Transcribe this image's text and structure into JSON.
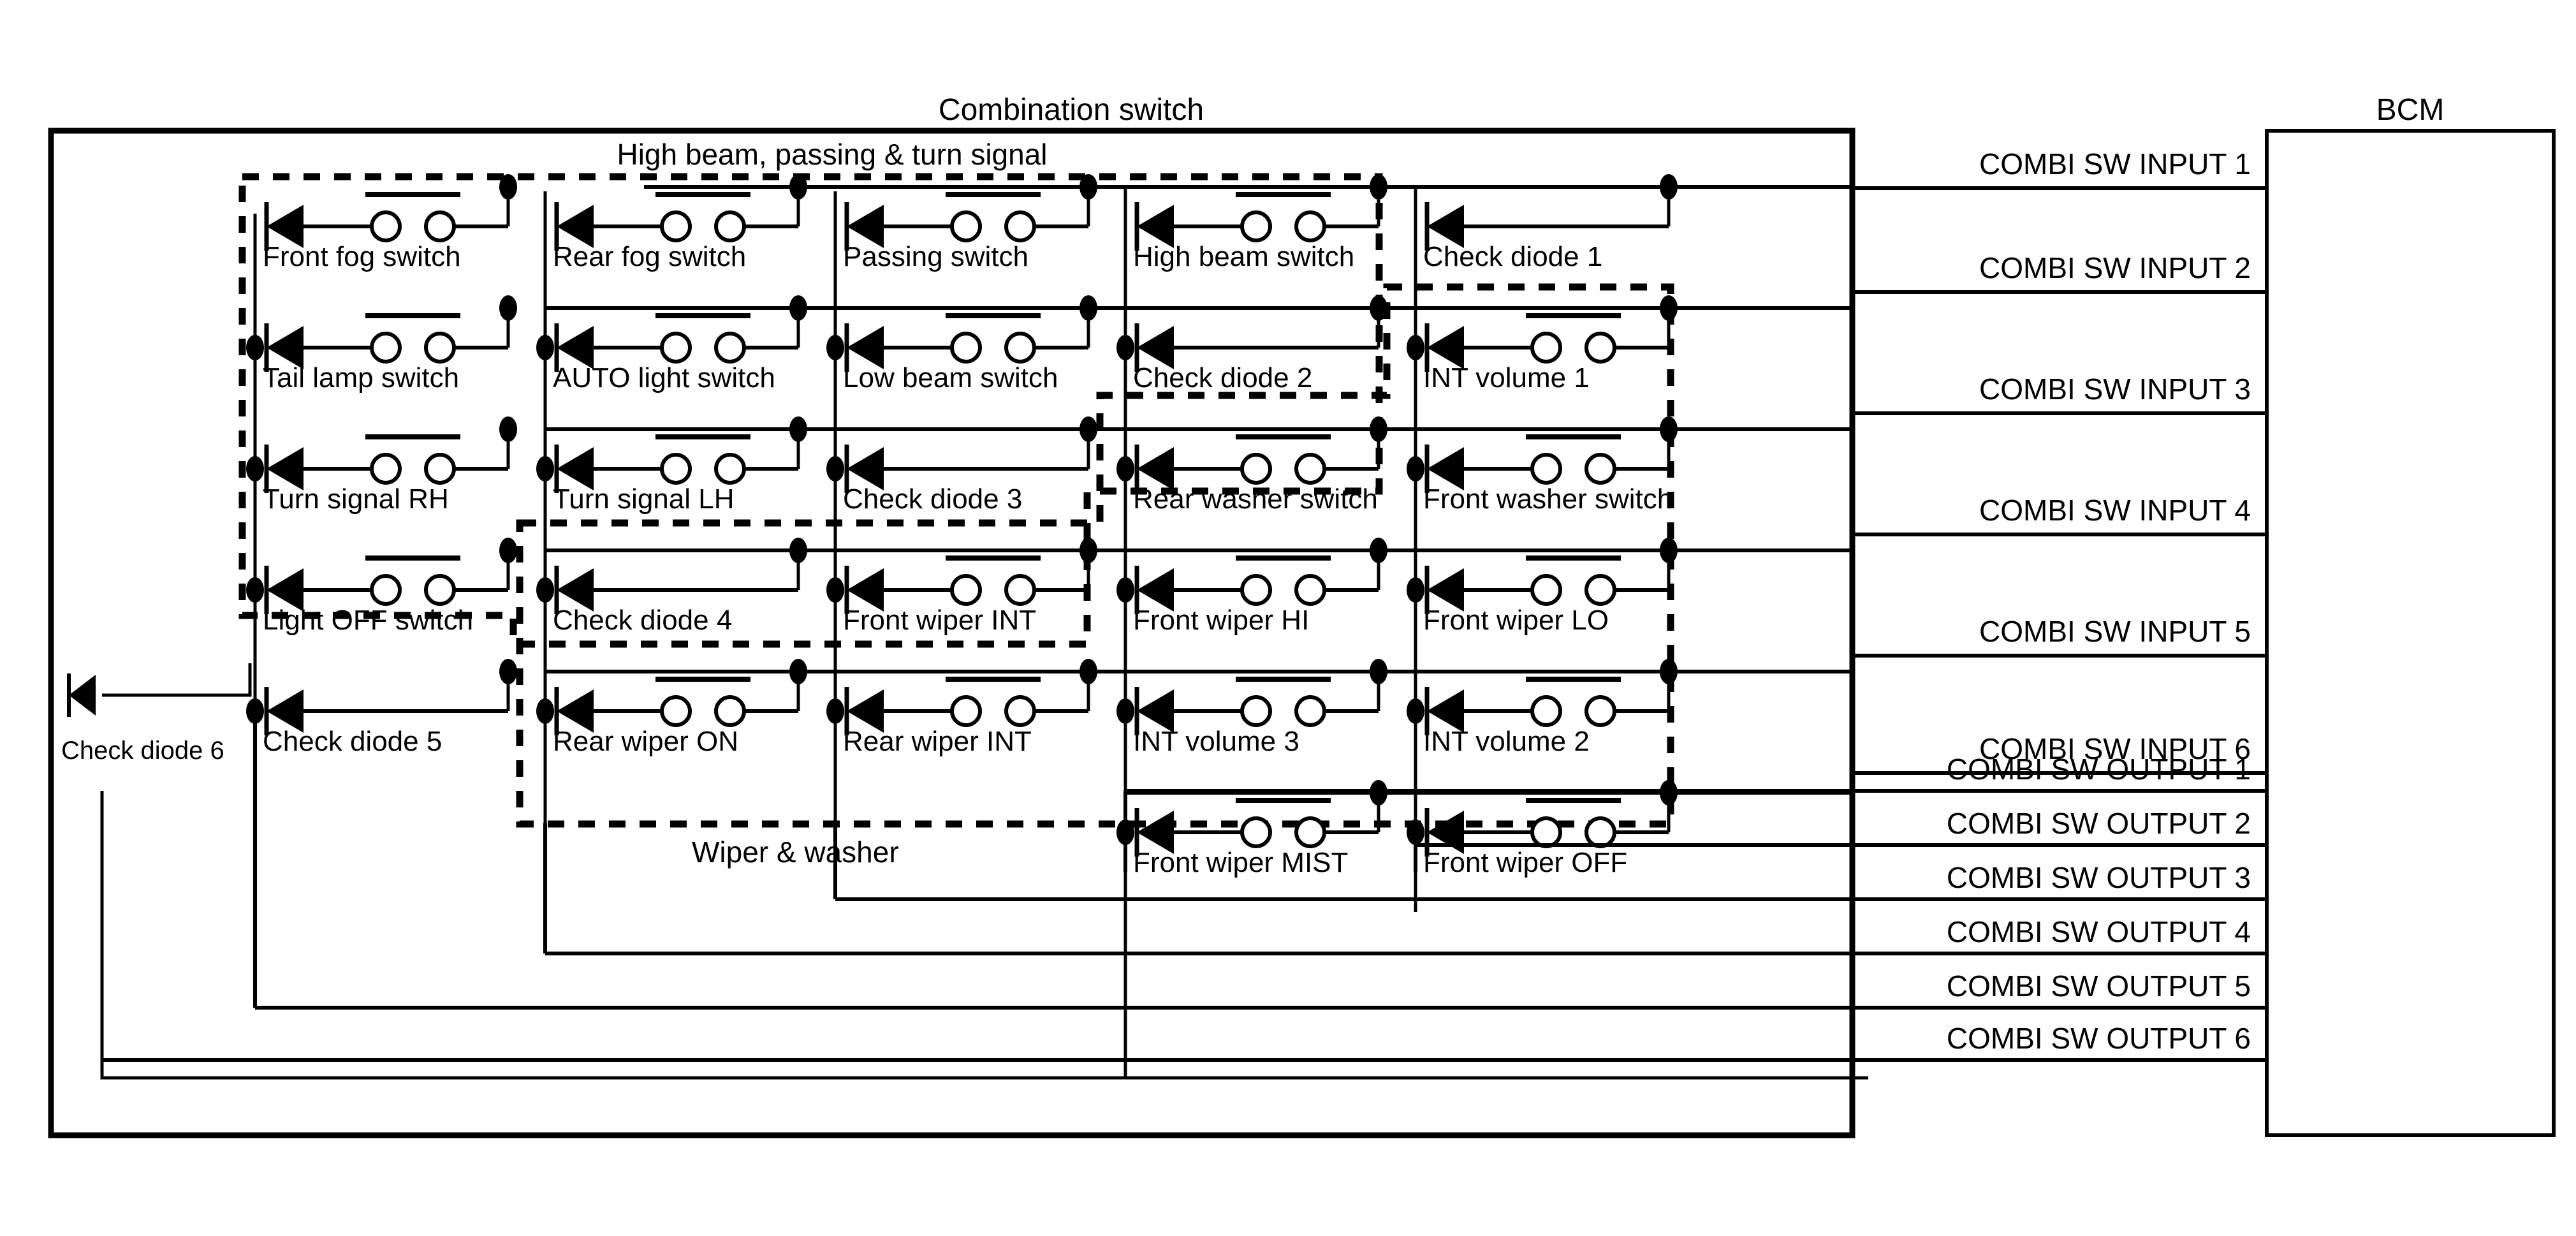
{
  "diagram": {
    "title": "Combination switch",
    "bcm_title": "BCM",
    "group_labels": {
      "high_beam": "High beam, passing & turn signal",
      "wiper_washer": "Wiper & washer"
    },
    "standalone": {
      "check_diode_6": "Check diode 6"
    },
    "grid": {
      "columns": 5,
      "rows": 6,
      "cells": [
        {
          "r": 0,
          "c": 0,
          "label": "Front fog switch",
          "type": "switch"
        },
        {
          "r": 0,
          "c": 1,
          "label": "Rear fog switch",
          "type": "switch"
        },
        {
          "r": 0,
          "c": 2,
          "label": "Passing switch",
          "type": "switch"
        },
        {
          "r": 0,
          "c": 3,
          "label": "High beam switch",
          "type": "switch"
        },
        {
          "r": 0,
          "c": 4,
          "label": "Check diode 1",
          "type": "diode"
        },
        {
          "r": 1,
          "c": 0,
          "label": "Tail lamp switch",
          "type": "switch"
        },
        {
          "r": 1,
          "c": 1,
          "label": "AUTO light switch",
          "type": "switch"
        },
        {
          "r": 1,
          "c": 2,
          "label": "Low beam switch",
          "type": "switch"
        },
        {
          "r": 1,
          "c": 3,
          "label": "Check diode 2",
          "type": "diode"
        },
        {
          "r": 1,
          "c": 4,
          "label": "INT volume 1",
          "type": "switch"
        },
        {
          "r": 2,
          "c": 0,
          "label": "Turn signal RH",
          "type": "switch"
        },
        {
          "r": 2,
          "c": 1,
          "label": "Turn signal LH",
          "type": "switch"
        },
        {
          "r": 2,
          "c": 2,
          "label": "Check diode 3",
          "type": "diode"
        },
        {
          "r": 2,
          "c": 3,
          "label": "Rear washer switch",
          "type": "switch"
        },
        {
          "r": 2,
          "c": 4,
          "label": "Front washer switch",
          "type": "switch"
        },
        {
          "r": 3,
          "c": 0,
          "label": "Light OFF switch",
          "type": "switch"
        },
        {
          "r": 3,
          "c": 1,
          "label": "Check diode 4",
          "type": "diode"
        },
        {
          "r": 3,
          "c": 2,
          "label": "Front wiper INT",
          "type": "switch"
        },
        {
          "r": 3,
          "c": 3,
          "label": "Front wiper HI",
          "type": "switch"
        },
        {
          "r": 3,
          "c": 4,
          "label": "Front wiper LO",
          "type": "switch"
        },
        {
          "r": 4,
          "c": 0,
          "label": "Check diode 5",
          "type": "diode"
        },
        {
          "r": 4,
          "c": 1,
          "label": "Rear wiper ON",
          "type": "switch"
        },
        {
          "r": 4,
          "c": 2,
          "label": "Rear wiper INT",
          "type": "switch"
        },
        {
          "r": 4,
          "c": 3,
          "label": "INT volume 3",
          "type": "switch"
        },
        {
          "r": 4,
          "c": 4,
          "label": "INT volume 2",
          "type": "switch"
        },
        {
          "r": 5,
          "c": 3,
          "label": "Front wiper MIST",
          "type": "switch"
        },
        {
          "r": 5,
          "c": 4,
          "label": "Front wiper OFF",
          "type": "switch"
        }
      ]
    },
    "inputs": [
      "COMBI SW INPUT 1",
      "COMBI SW INPUT 2",
      "COMBI SW INPUT 3",
      "COMBI SW INPUT 4",
      "COMBI SW INPUT 5",
      "COMBI SW INPUT 6"
    ],
    "outputs": [
      "COMBI SW OUTPUT 1",
      "COMBI SW OUTPUT 2",
      "COMBI SW OUTPUT 3",
      "COMBI SW OUTPUT 4",
      "COMBI SW OUTPUT 5",
      "COMBI SW OUTPUT 6"
    ],
    "colors": {
      "line": "#000000",
      "background": "#ffffff"
    }
  }
}
